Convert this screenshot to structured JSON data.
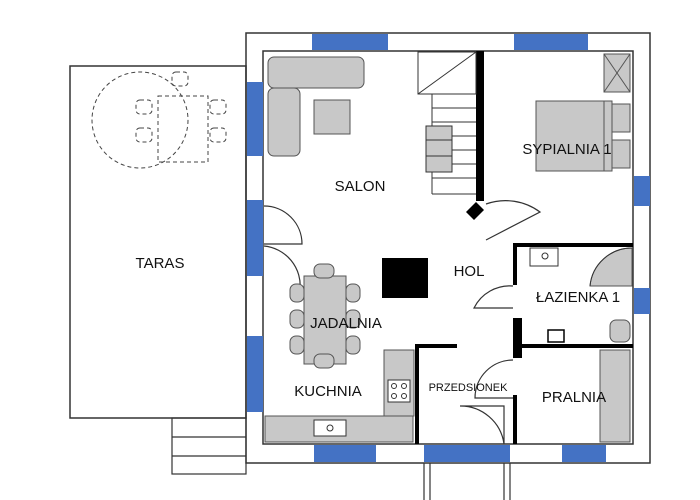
{
  "rooms": {
    "taras": "TARAS",
    "salon": "SALON",
    "sypialnia": "SYPIALNIA 1",
    "hol": "HOL",
    "lazienka": "ŁAZIENKA 1",
    "jadalnia": "JADALNIA",
    "kuchnia": "KUCHNIA",
    "przedsionek": "PRZEDSIONEK",
    "pralnia": "PRALNIA"
  },
  "colors": {
    "wall_outline": "#333333",
    "window": "#4472c4",
    "furniture_fill": "#c8c8c8",
    "solid_element": "#000000"
  }
}
